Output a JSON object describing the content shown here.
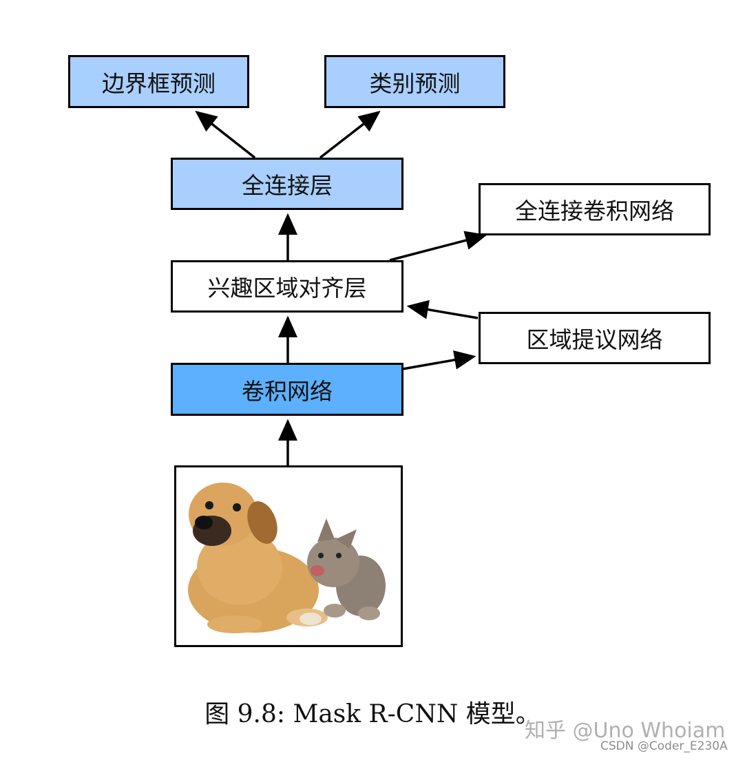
{
  "nodes": {
    "bbox_prediction": "边界框预测",
    "class_prediction": "类别预测",
    "fully_connected": "全连接层",
    "fcn": "全连接卷积网络",
    "roi_align": "兴趣区域对齐层",
    "rpn": "区域提议网络",
    "cnn": "卷积网络"
  },
  "caption": "图 9.8: Mask R-CNN 模型。",
  "watermark": {
    "zhihu": "知乎 @Uno Whoiam",
    "csdn": "CSDN @Coder_E230A"
  },
  "colors": {
    "light_blue": "#a8cffd",
    "blue": "#5cb0fd",
    "white": "#ffffff",
    "border": "#000000"
  }
}
